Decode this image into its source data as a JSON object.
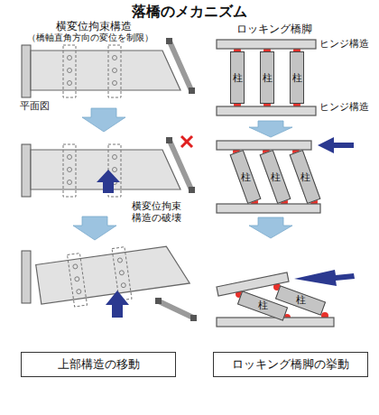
{
  "diagram": {
    "title": "落橋のメカニズム",
    "nodes": [
      {
        "text": [
          "柱"
        ]
      },
      {
        "text": [
          "柱"
        ]
      },
      {
        "text": [
          "柱"
        ]
      },
      {
        "text": [
          "柱"
        ]
      },
      {
        "text": [
          "柱"
        ]
      },
      {
        "text": [
          "柱"
        ]
      },
      {
        "text": [
          "柱"
        ]
      },
      {
        "text": [
          "柱"
        ]
      },
      {
        "text": [
          "上部構造の移動"
        ]
      },
      {
        "text": [
          "ロッキング橋脚の挙動"
        ]
      }
    ],
    "edges": [],
    "labels": [
      "横変位拘束構造",
      "（橋軸直角方向の変位を制限）",
      "ロッキング橋脚",
      "ヒンジ構造",
      "ヒンジ構造",
      "平面図",
      "横変位拘束構造の破壊"
    ]
  }
}
